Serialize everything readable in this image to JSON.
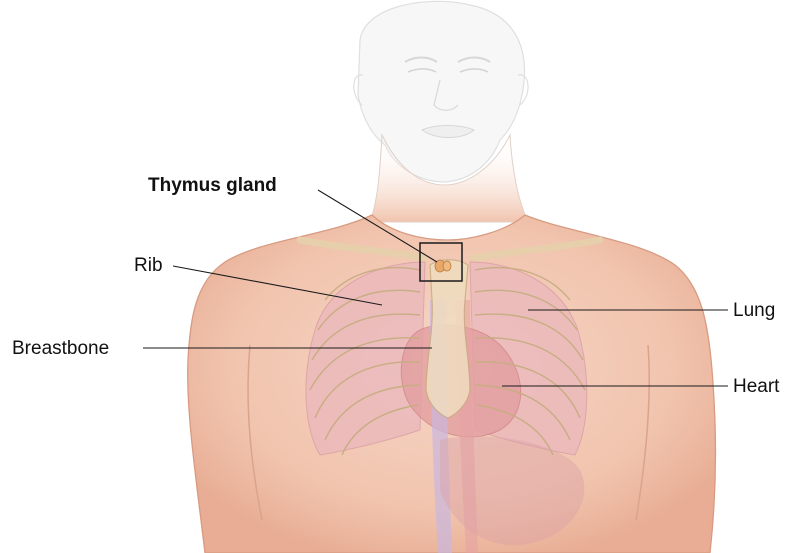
{
  "labels": {
    "thymus": "Thymus gland",
    "rib": "Rib",
    "breastbone": "Breastbone",
    "lung": "Lung",
    "heart": "Heart"
  },
  "colors": {
    "skin": "#f3c9b4",
    "skin_shadow": "#e6a88f",
    "head_outline": "#d9d9d9",
    "bone": "#f0ddc0",
    "bone_outline": "#c8ad82",
    "lung": "#e9b8be",
    "heart": "#e6a5a4",
    "vessel": "#b7b3dd",
    "thymus": "#e9a86a",
    "line": "#1a1a1a"
  }
}
